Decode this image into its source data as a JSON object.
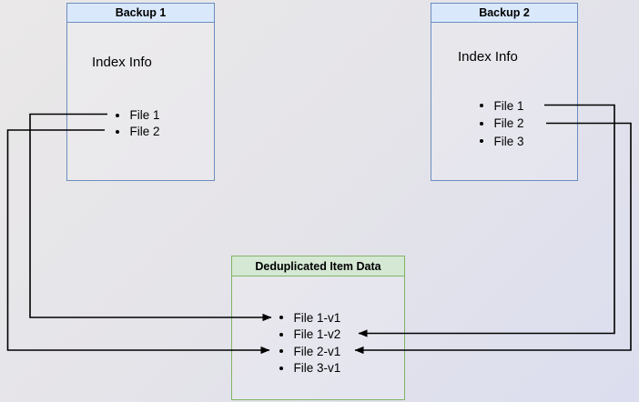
{
  "backup1": {
    "title": "Backup 1",
    "index_label": "Index Info",
    "items": [
      "File 1",
      "File 2"
    ]
  },
  "backup2": {
    "title": "Backup 2",
    "index_label": "Index Info",
    "items": [
      "File 1",
      "File 2",
      "File 3"
    ]
  },
  "dedup": {
    "title": "Deduplicated Item Data",
    "items": [
      "File 1-v1",
      "File 1-v2",
      "File 2-v1",
      "File 3-v1"
    ]
  },
  "connections": [
    {
      "from": "Backup 1 / File 1",
      "to": "Deduplicated Item Data / File 1-v1"
    },
    {
      "from": "Backup 1 / File 2",
      "to": "Deduplicated Item Data / File 2-v1"
    },
    {
      "from": "Backup 2 / File 1",
      "to": "Deduplicated Item Data / File 1-v2"
    },
    {
      "from": "Backup 2 / File 2",
      "to": "Deduplicated Item Data / File 2-v1"
    }
  ],
  "colors": {
    "blue_fill": "#dae8fc",
    "blue_border": "#6c8ebf",
    "green_fill": "#d5e8d4",
    "green_border": "#82b366",
    "connector": "#000000",
    "background_start": "#eae8e8",
    "background_end": "#dcdeef"
  }
}
